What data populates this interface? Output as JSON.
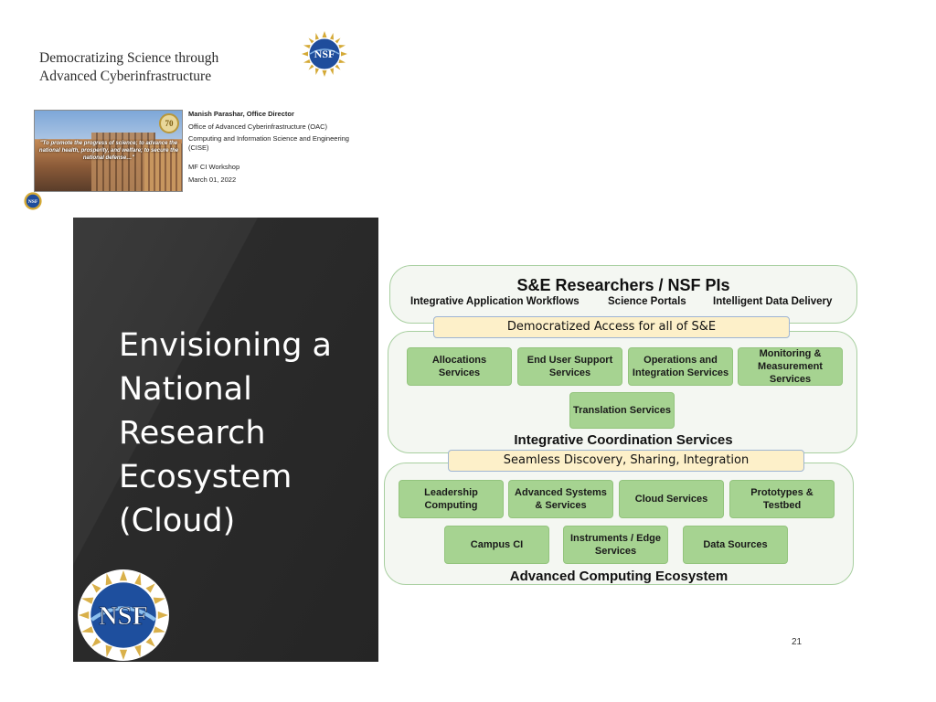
{
  "header": {
    "title_line1": "Democratizing Science through",
    "title_line2": "Advanced  Cyberinfrastructure"
  },
  "card": {
    "quote": "\"To promote the progress of science; to advance the national health, prosperity, and welfare; to secure the national defense…\"",
    "badge": "70",
    "speaker_name": "Manish Parashar, Office Director",
    "office": "Office of Advanced Cyberinfrastructure (OAC)",
    "directorate": "Computing and Information Science and Engineering (CISE)",
    "event": "MF CI Workshop",
    "date": "March 01, 2022"
  },
  "panel": {
    "title_lines": [
      "Envisioning a",
      "National",
      "Research",
      "Ecosystem",
      "(Cloud)"
    ]
  },
  "logo": {
    "text": "NSF"
  },
  "diagram": {
    "top_title": "S&E Researchers / NSF PIs",
    "top_items": [
      "Integrative Application Workflows",
      "Science Portals",
      "Intelligent Data Delivery"
    ],
    "strip1": "Democratized Access for all of S&E",
    "coordination_services": [
      "Allocations Services",
      "End User Support Services",
      "Operations and Integration Services",
      "Monitoring & Measurement Services",
      "Translation Services"
    ],
    "coordination_label": "Integrative Coordination Services",
    "strip2": "Seamless Discovery, Sharing, Integration",
    "ecosystem_services": [
      "Leadership Computing",
      "Advanced Systems & Services",
      "Cloud Services",
      "Prototypes & Testbed",
      "Campus CI",
      "Instruments / Edge Services",
      "Data Sources"
    ],
    "ecosystem_label": "Advanced Computing Ecosystem"
  },
  "page_number": "21",
  "colors": {
    "service_box": "#a6d391",
    "band_border": "#a8cfa0",
    "strip_fill": "#fdf0c9",
    "panel_dark": "#2b2b2b"
  }
}
